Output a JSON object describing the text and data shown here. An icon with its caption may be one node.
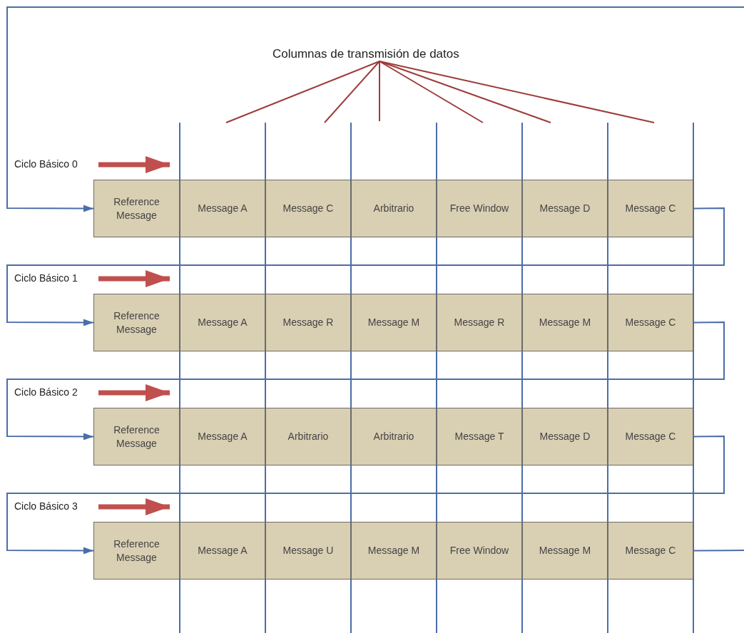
{
  "diagram": {
    "nodes": [
      {
        "text": [
          "Columnas de transmisión de datos"
        ]
      },
      {
        "text": [
          "Ciclo Básico 0"
        ]
      },
      {
        "text": [
          "Reference Message"
        ]
      },
      {
        "text": [
          "Message A"
        ]
      },
      {
        "text": [
          "Message C"
        ]
      },
      {
        "text": [
          "Arbitrario"
        ]
      },
      {
        "text": [
          "Free Window"
        ]
      },
      {
        "text": [
          "Message D"
        ]
      },
      {
        "text": [
          "Message C"
        ]
      },
      {
        "text": [
          "Ciclo Básico 1"
        ]
      },
      {
        "text": [
          "Reference Message"
        ]
      },
      {
        "text": [
          "Message A"
        ]
      },
      {
        "text": [
          "Message R"
        ]
      },
      {
        "text": [
          "Message M"
        ]
      },
      {
        "text": [
          "Message R"
        ]
      },
      {
        "text": [
          "Message M"
        ]
      },
      {
        "text": [
          "Message C"
        ]
      },
      {
        "text": [
          "Ciclo Básico 2"
        ]
      },
      {
        "text": [
          "Reference Message"
        ]
      },
      {
        "text": [
          "Message A"
        ]
      },
      {
        "text": [
          "Arbitrario"
        ]
      },
      {
        "text": [
          "Arbitrario"
        ]
      },
      {
        "text": [
          "Message T"
        ]
      },
      {
        "text": [
          "Message D"
        ]
      },
      {
        "text": [
          "Message C"
        ]
      },
      {
        "text": [
          "Ciclo Básico 3"
        ]
      },
      {
        "text": [
          "Reference Message"
        ]
      },
      {
        "text": [
          "Message A"
        ]
      },
      {
        "text": [
          "Message U"
        ]
      },
      {
        "text": [
          "Message M"
        ]
      },
      {
        "text": [
          "Free Window"
        ]
      },
      {
        "text": [
          "Message M"
        ]
      },
      {
        "text": [
          "Message C"
        ]
      }
    ],
    "edges": [
      {
        "from": 0,
        "to": null,
        "arrow": "none",
        "color": "#9e3b3b"
      },
      {
        "from": 0,
        "to": null,
        "arrow": "none",
        "color": "#9e3b3b"
      },
      {
        "from": 0,
        "to": null,
        "arrow": "none",
        "color": "#9e3b3b"
      },
      {
        "from": 0,
        "to": null,
        "arrow": "none",
        "color": "#9e3b3b"
      },
      {
        "from": 0,
        "to": null,
        "arrow": "none",
        "color": "#9e3b3b"
      },
      {
        "from": 0,
        "to": null,
        "arrow": "none",
        "color": "#9e3b3b"
      },
      {
        "from": 1,
        "to": 3,
        "arrow": "to",
        "style": "thick",
        "color": "#c0504d"
      },
      {
        "from": 9,
        "to": 11,
        "arrow": "to",
        "style": "thick",
        "color": "#c0504d"
      },
      {
        "from": 17,
        "to": 19,
        "arrow": "to",
        "style": "thick",
        "color": "#c0504d"
      },
      {
        "from": 25,
        "to": 27,
        "arrow": "to",
        "style": "thick",
        "color": "#c0504d"
      },
      {
        "from": null,
        "to": 2,
        "arrow": "to",
        "color": "#4a6ea8"
      },
      {
        "from": 8,
        "to": 10,
        "arrow": "to",
        "color": "#4a6ea8"
      },
      {
        "from": 16,
        "to": 18,
        "arrow": "to",
        "color": "#4a6ea8"
      },
      {
        "from": 24,
        "to": 26,
        "arrow": "to",
        "color": "#4a6ea8"
      },
      {
        "from": 32,
        "to": null,
        "arrow": "none",
        "color": "#4a6ea8"
      }
    ]
  }
}
